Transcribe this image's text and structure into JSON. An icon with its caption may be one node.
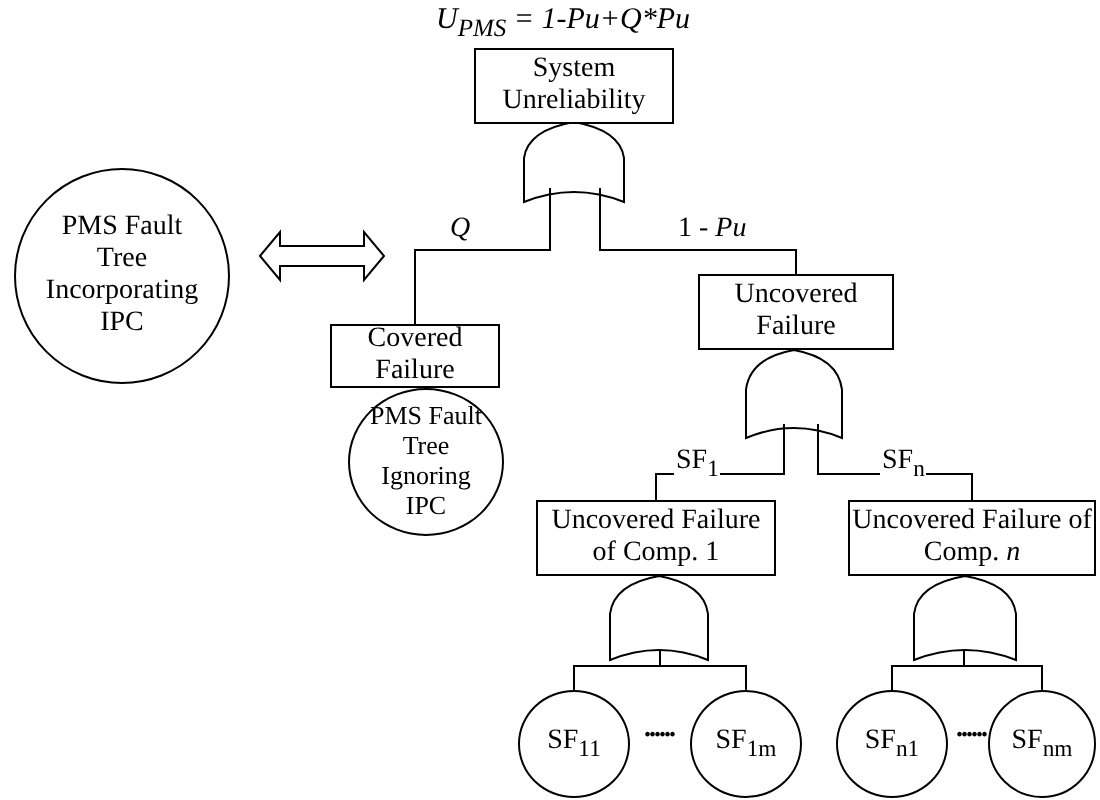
{
  "diagram": {
    "nodes": [
      {
        "text": [
          "System Unreliability"
        ],
        "beside": [
          "U$_{PMS}$ = 1-Pu+Q*Pu"
        ]
      },
      {
        "text": [],
        "shape": "gate"
      },
      {
        "text": [
          "PMS Fault Tree Incorporating IPC"
        ]
      },
      {
        "text": [
          "Covered Failure"
        ]
      },
      {
        "text": [
          "PMS Fault Tree Ignoring IPC"
        ]
      },
      {
        "text": [
          "Uncovered Failure"
        ]
      },
      {
        "text": [],
        "shape": "gate"
      },
      {
        "text": [
          "Uncovered Failure of Comp. 1"
        ]
      },
      {
        "text": [
          "Uncovered Failure of Comp. *n*"
        ]
      },
      {
        "text": [],
        "shape": "gate"
      },
      {
        "text": [],
        "shape": "gate"
      },
      {
        "text": [
          "SF$_{11}$"
        ]
      },
      {
        "text": [
          "SF$_{1m}$"
        ]
      },
      {
        "text": [
          "SF$_{n1}$"
        ]
      },
      {
        "text": [
          "SF$_{nm}$"
        ]
      }
    ],
    "edges": [
      {
        "from": 2,
        "to": null,
        "arrow": "both"
      },
      {
        "from": 1,
        "to": 3,
        "arrow": "none",
        "label": "Q"
      },
      {
        "from": 1,
        "to": 5,
        "arrow": "none",
        "label": "1 - *Pu*"
      },
      {
        "from": 6,
        "to": 7,
        "arrow": "none",
        "label": "SF$_{1}$"
      },
      {
        "from": 6,
        "to": 8,
        "arrow": "none",
        "label": "SF$_{n}$"
      },
      {
        "from": 9,
        "to": 11,
        "arrow": "none"
      },
      {
        "from": 9,
        "to": 12,
        "arrow": "none"
      },
      {
        "from": 10,
        "to": 13,
        "arrow": "none"
      },
      {
        "from": 10,
        "to": 14,
        "arrow": "none"
      }
    ],
    "labels": [
      "......",
      "......"
    ]
  }
}
